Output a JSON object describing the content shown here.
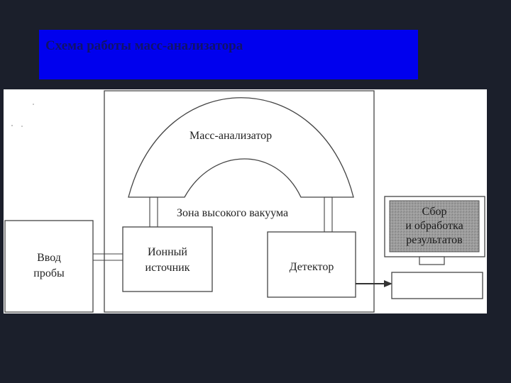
{
  "slide": {
    "title": "Схема работы масс-анализатора"
  },
  "diagram": {
    "mass_analyzer": "Масс-анализатор",
    "vacuum_zone": "Зона высокого вакуума",
    "sample_input_line1": "Ввод",
    "sample_input_line2": "пробы",
    "ion_source_line1": "Ионный",
    "ion_source_line2": "источник",
    "detector": "Детектор",
    "computer_line1": "Сбор",
    "computer_line2": "и обработка",
    "computer_line3": "результатов"
  },
  "colors": {
    "background": "#1b1f2b",
    "title_bar": "#0000ee",
    "title_text": "#10126a",
    "screen_fill": "#9a9a9a"
  }
}
